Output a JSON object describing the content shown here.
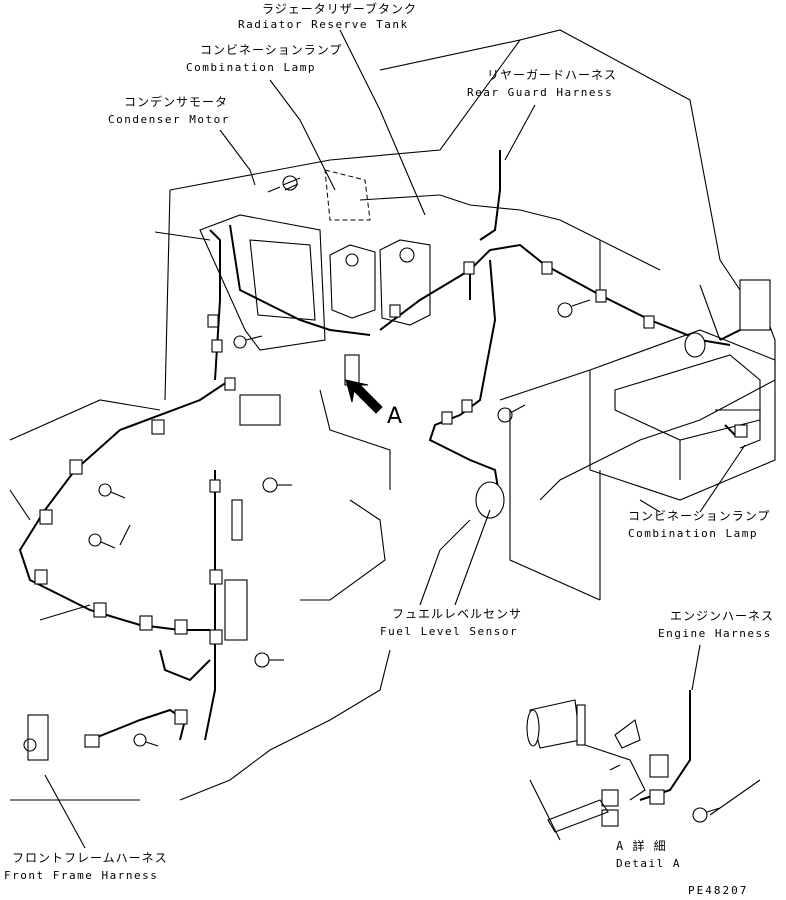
{
  "labels": {
    "radiator_reserve_tank": {
      "jp": "ラジェータリザーブタンク",
      "en": "Radiator Reserve Tank"
    },
    "combination_lamp_top": {
      "jp": "コンビネーションランプ",
      "en": "Combination Lamp"
    },
    "condenser_motor": {
      "jp": "コンデンサモータ",
      "en": "Condenser Motor"
    },
    "rear_guard_harness": {
      "jp": "リヤーガードハーネス",
      "en": "Rear Guard Harness"
    },
    "combination_lamp_right": {
      "jp": "コンビネーションランプ",
      "en": "Combination Lamp"
    },
    "fuel_level_sensor": {
      "jp": "フュエルレベルセンサ",
      "en": "Fuel Level Sensor"
    },
    "engine_harness": {
      "jp": "エンジンハーネス",
      "en": "Engine Harness"
    },
    "front_frame_harness": {
      "jp": "フロントフレームハーネス",
      "en": "Front Frame Harness"
    },
    "detail_a": {
      "jp": "A 詳 細",
      "en": "Detail A"
    }
  },
  "view_marker": "A",
  "part_code": "PE48207",
  "icons": [
    "view-arrow-icon"
  ]
}
